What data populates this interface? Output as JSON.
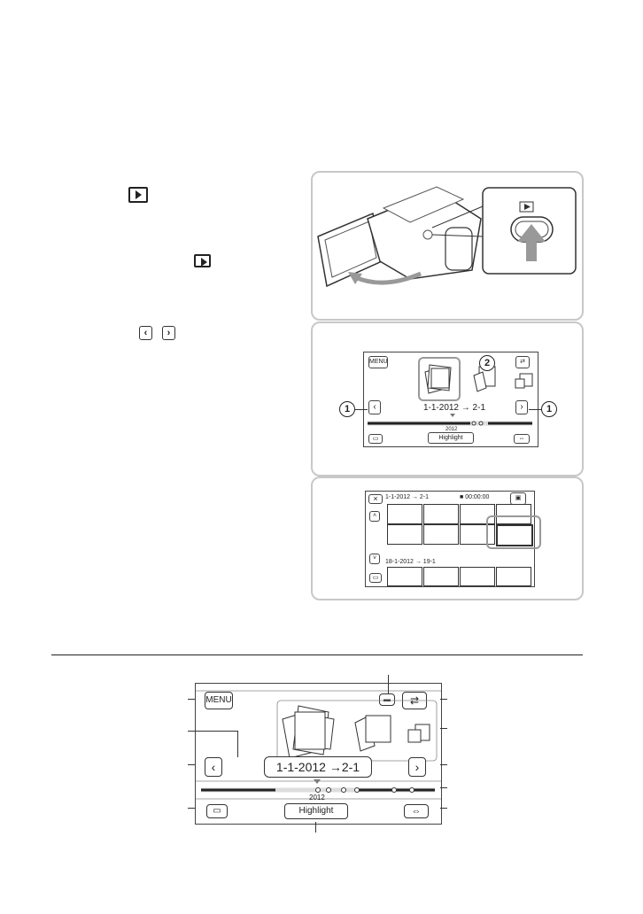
{
  "icons": {
    "play": "play-icon",
    "prev": "chevron-left-icon",
    "next": "chevron-right-icon"
  },
  "step_labels": {
    "play_inline_1": "",
    "play_inline_2": ""
  },
  "browser_screen": {
    "menu": "MENU",
    "date_range": "1-1-2012 → 2-1",
    "year": "2012",
    "highlight": "Highlight",
    "callout_1": "1",
    "callout_2": "2"
  },
  "index_screen": {
    "close": "×",
    "group1_date": "1-1-2012 → 2-1",
    "group1_time": "00:00:00",
    "group2_date": "18-1-2012 → 19-1"
  },
  "diagram": {
    "menu": "MENU",
    "date_range": "1-1-2012 →2-1",
    "year": "2012",
    "highlight": "Highlight"
  }
}
